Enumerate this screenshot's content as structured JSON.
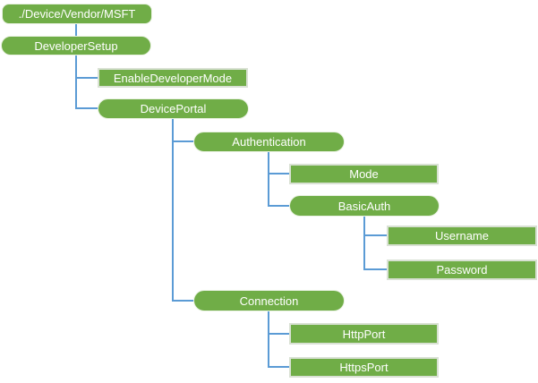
{
  "diagram_type": "tree",
  "colors": {
    "node_fill": "#70AD47",
    "node_text": "#FFFFFF",
    "connector": "#5B9BD5",
    "leaf_border": "#D9E1D4",
    "background": "#FFFFFF"
  },
  "nodes": [
    {
      "label": "./Device/Vendor/MSFT",
      "parent": null
    },
    {
      "label": "DeveloperSetup",
      "parent": "./Device/Vendor/MSFT"
    },
    {
      "label": "EnableDeveloperMode",
      "parent": "DeveloperSetup"
    },
    {
      "label": "DevicePortal",
      "parent": "DeveloperSetup"
    },
    {
      "label": "Authentication",
      "parent": "DevicePortal"
    },
    {
      "label": "Mode",
      "parent": "Authentication"
    },
    {
      "label": "BasicAuth",
      "parent": "Authentication"
    },
    {
      "label": "Username",
      "parent": "BasicAuth"
    },
    {
      "label": "Password",
      "parent": "BasicAuth"
    },
    {
      "label": "Connection",
      "parent": "DevicePortal"
    },
    {
      "label": "HttpPort",
      "parent": "Connection"
    },
    {
      "label": "HttpsPort",
      "parent": "Connection"
    }
  ]
}
